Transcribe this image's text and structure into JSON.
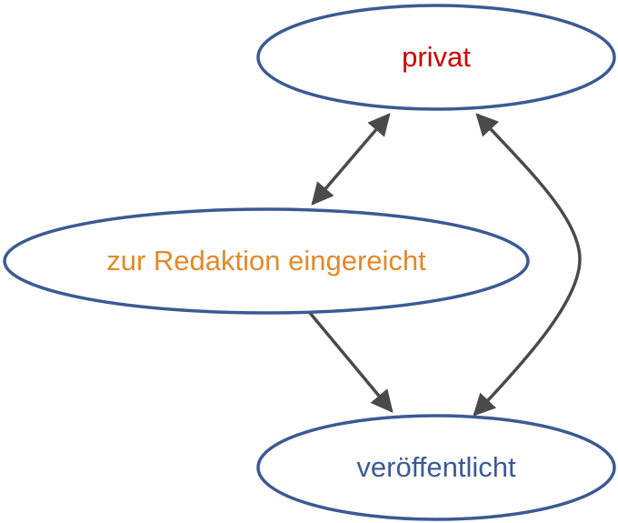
{
  "diagram": {
    "type": "state-diagram",
    "nodes": {
      "private": {
        "label": "privat",
        "text_color": "#cc0000"
      },
      "submitted": {
        "label": "zur Redaktion eingereicht",
        "text_color": "#e08a2a"
      },
      "published": {
        "label": "veröffentlicht",
        "text_color": "#3b5a94"
      }
    },
    "node_border_color": "#3b5a94",
    "edge_color": "#4a4a4a",
    "edges": [
      {
        "from": "private",
        "to": "submitted",
        "direction": "both"
      },
      {
        "from": "submitted",
        "to": "published",
        "direction": "forward"
      },
      {
        "from": "private",
        "to": "published",
        "direction": "both"
      }
    ]
  }
}
